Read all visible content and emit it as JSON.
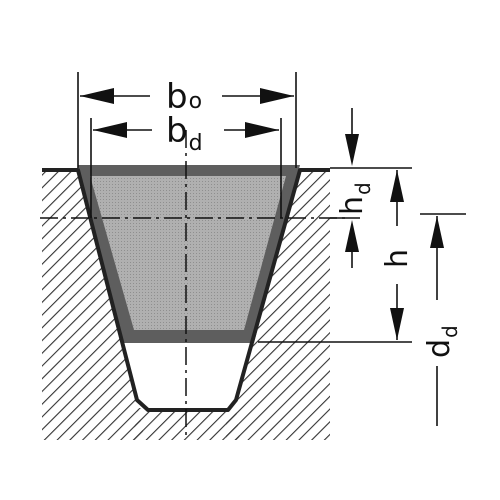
{
  "labels": {
    "b_o_main": "b",
    "b_o_sub": "o",
    "b_d_main": "b",
    "b_d_sub": "d",
    "h_d_main": "h",
    "h_d_sub": "d",
    "h": "h",
    "d_d_main": "d",
    "d_d_sub": "d"
  },
  "colors": {
    "belt_fill": "#a9a9a9",
    "belt_outline": "#5a5a5a",
    "groove_line": "#222222",
    "hatch": "#333333",
    "dim_line": "#111111"
  }
}
